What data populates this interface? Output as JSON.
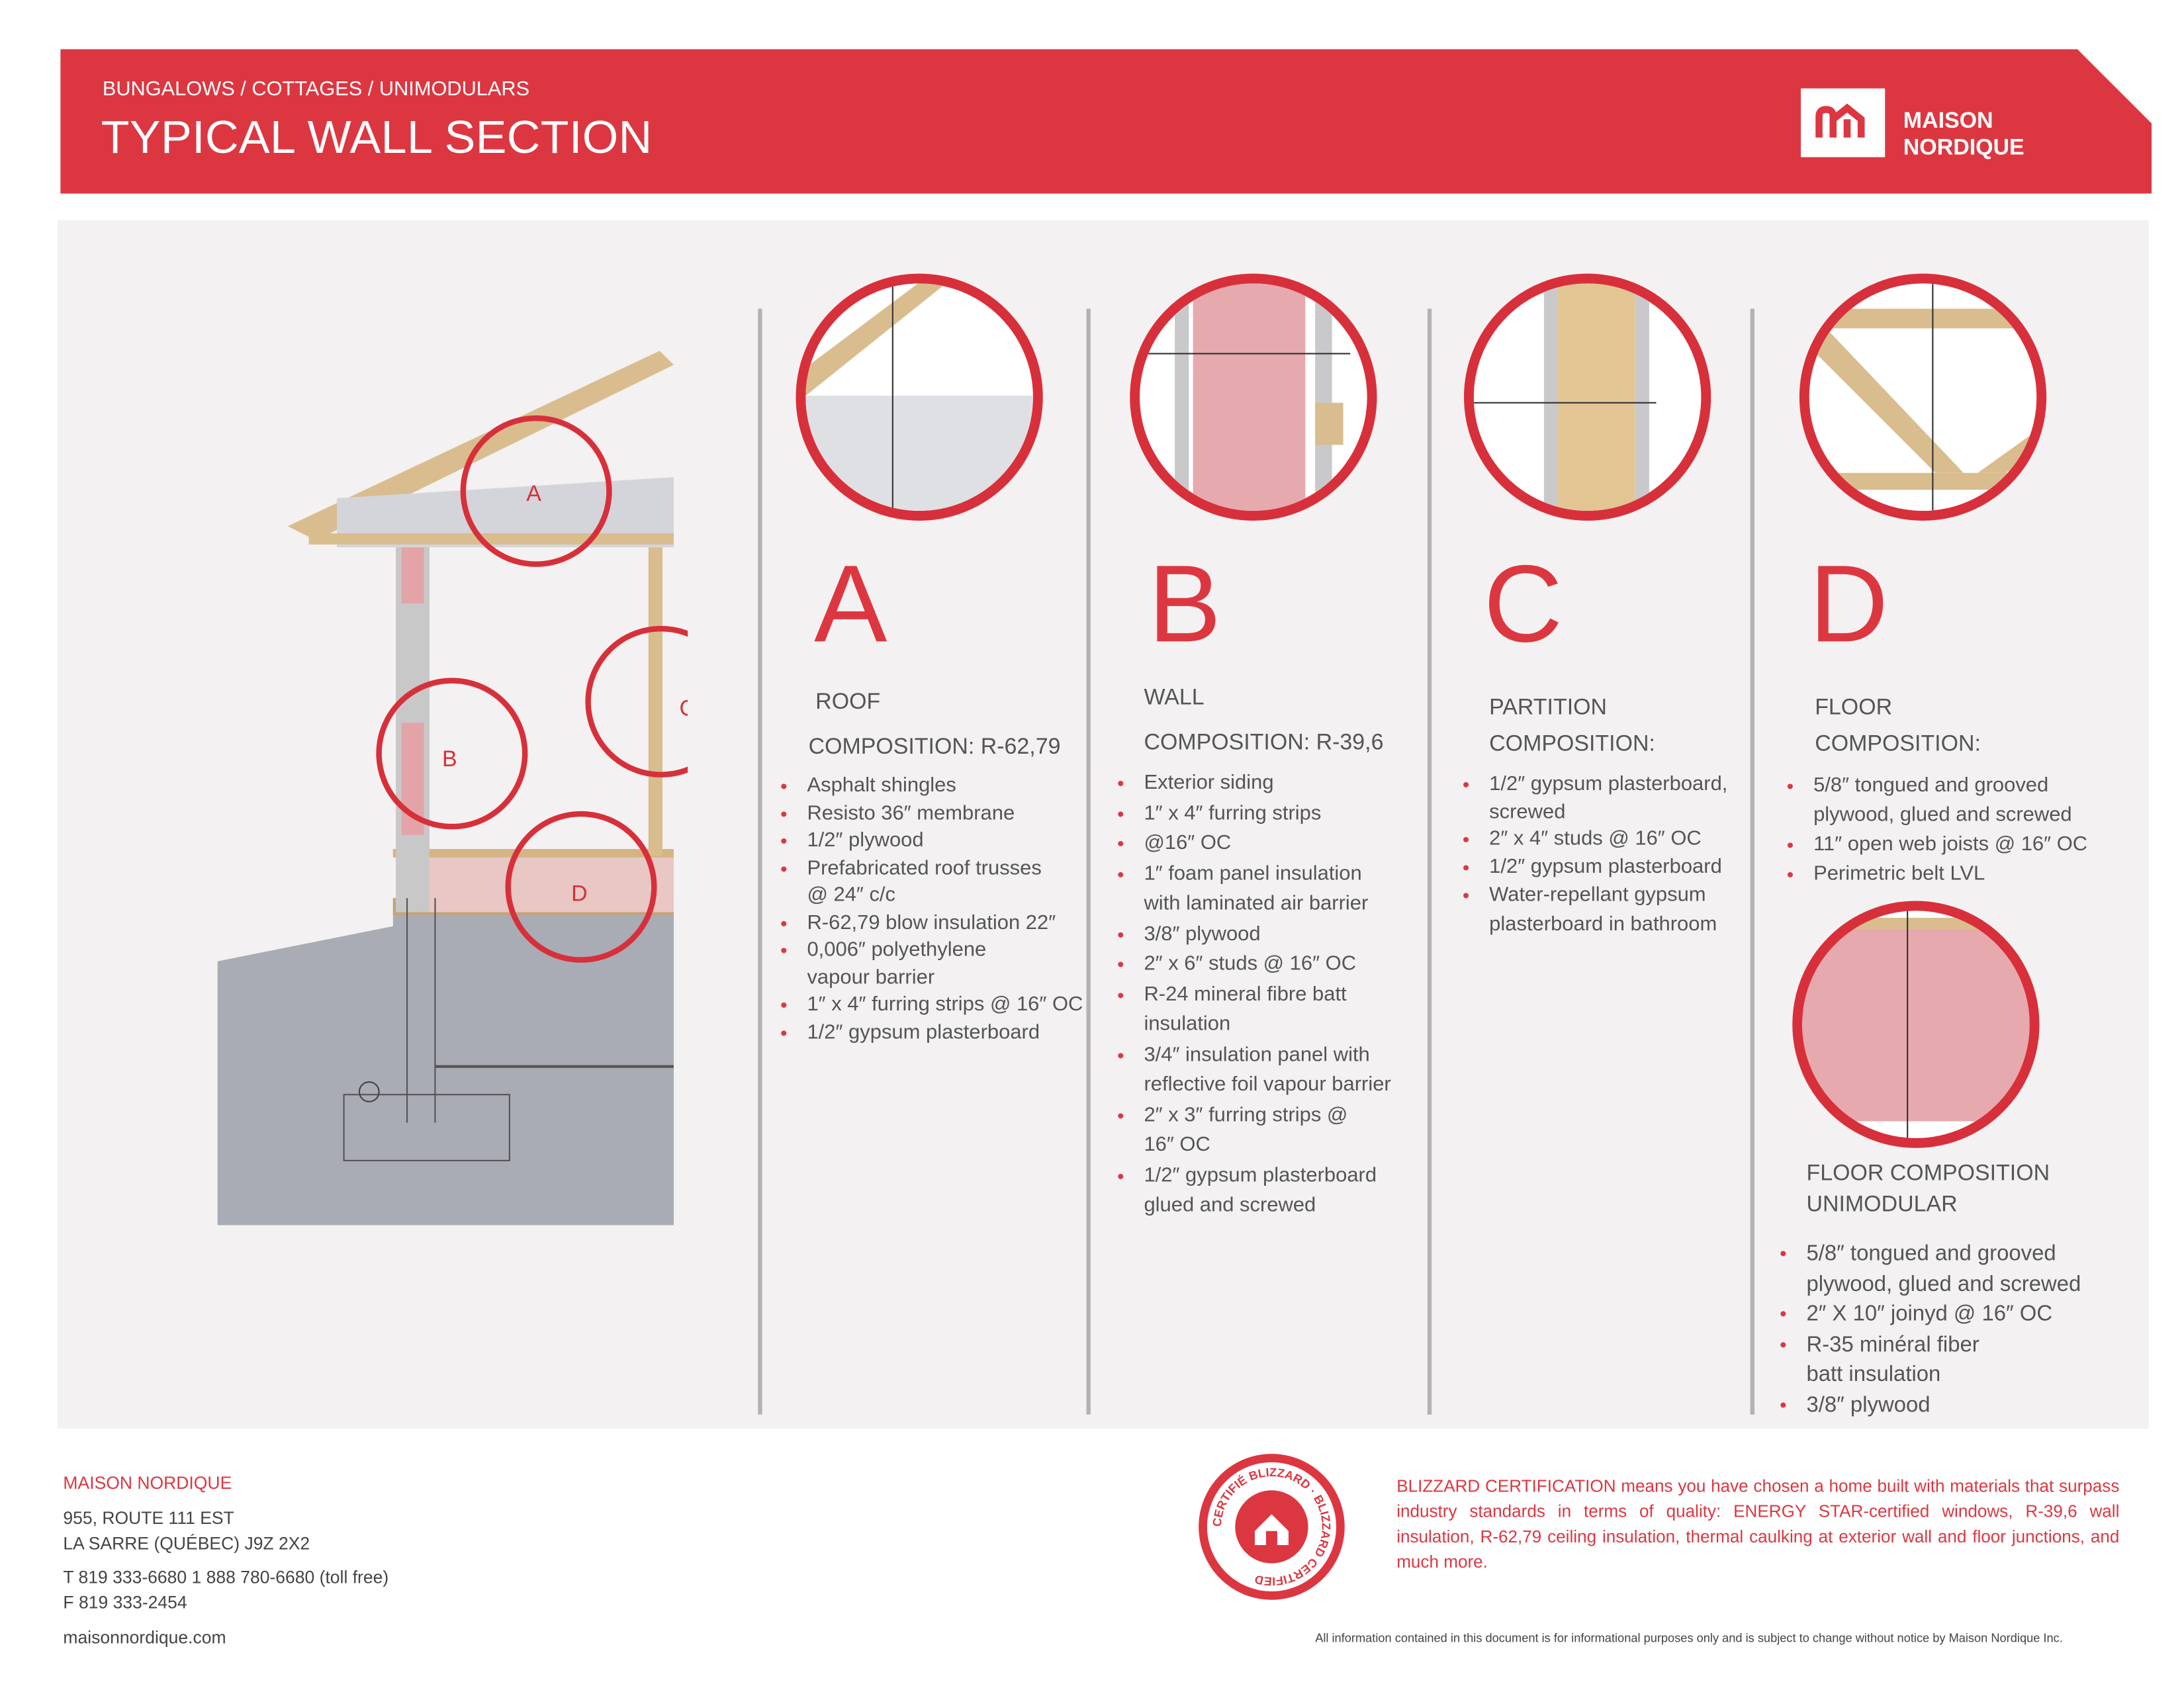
{
  "header": {
    "subtitle": "BUNGALOWS / COTTAGES / UNIMODULARS",
    "title": "TYPICAL WALL SECTION",
    "logo_line1": "MAISON",
    "logo_line2": "NORDIQUE"
  },
  "drawing": {
    "labels": [
      "A",
      "B",
      "C",
      "D"
    ]
  },
  "sections": [
    {
      "letter": "A",
      "name": "ROOF",
      "composition": "COMPOSITION: R-62,79",
      "items": [
        "Asphalt shingles",
        "Resisto 36″ membrane",
        "1/2″ plywood",
        "Prefabricated roof trusses @ 24″ c/c",
        "R-62,79  blow insulation 22″",
        "0,006″ polyethylene vapour barrier",
        "1″ x 4″ furring strips @ 16″ OC",
        "1/2″ gypsum plasterboard"
      ]
    },
    {
      "letter": "B",
      "name": "WALL",
      "composition": "COMPOSITION: R-39,6",
      "items": [
        "Exterior siding",
        "1″ x 4″ furring strips",
        "@16″ OC",
        "1″ foam panel insulation with laminated air barrier",
        "3/8″ plywood",
        "2″ x 6″ studs @ 16″  OC",
        "R-24 mineral fibre batt insulation",
        "3/4″ insulation panel with reflective foil vapour barrier",
        "2″ x 3″ furring strips @ 16″ OC",
        "1/2″ gypsum plasterboard glued and screwed"
      ]
    },
    {
      "letter": "C",
      "name": "PARTITION",
      "composition": "COMPOSITION:",
      "items": [
        "1/2″ gypsum plasterboard, screwed",
        "2″ x 4″ studs @ 16″ OC",
        "1/2″ gypsum plasterboard",
        "Water-repellant gypsum plasterboard in bathroom"
      ]
    },
    {
      "letter": "D",
      "name": "FLOOR",
      "composition": "COMPOSITION:",
      "items": [
        "5/8″ tongued and grooved plywood, glued and screwed",
        "11″ open web joists @ 16″ OC",
        "Perimetric belt LVL"
      ],
      "unimodular_title": "FLOOR COMPOSITION UNIMODULAR",
      "unimodular_items": [
        "5/8″ tongued and grooved plywood, glued and screwed",
        "2″ X 10″ joinyd @ 16″ OC",
        "R-35 minéral fiber batt insulation",
        "3/8″ plywood"
      ]
    }
  ],
  "footer": {
    "company": "MAISON NORDIQUE",
    "address1": "955, ROUTE 111 EST",
    "address2": "LA SARRE (QUÉBEC)  J9Z 2X2",
    "phone": "T 819 333-6680  1 888 780-6680 (toll free)",
    "fax": "F 819 333-2454",
    "website": "maisonnordique.com",
    "seal_text": "CERTIFIÉ BLIZZARD · BLIZZARD CERTIFIED",
    "blizzard_text": "BLIZZARD CERTIFICATION means you have chosen a home built with materials that surpass industry standards in terms of quality: ENERGY STAR-certified windows, R-39,6 wall insulation, R-62,79 ceiling insulation, thermal caulking at exterior wall and floor junctions, and much more.",
    "disclaimer": "All information contained in this document is for informational purposes only and is subject to change without notice by Maison Nordique Inc."
  },
  "colors": {
    "brand_red": "#dc3741",
    "panel": "#f3f1f1",
    "text": "#555555"
  }
}
